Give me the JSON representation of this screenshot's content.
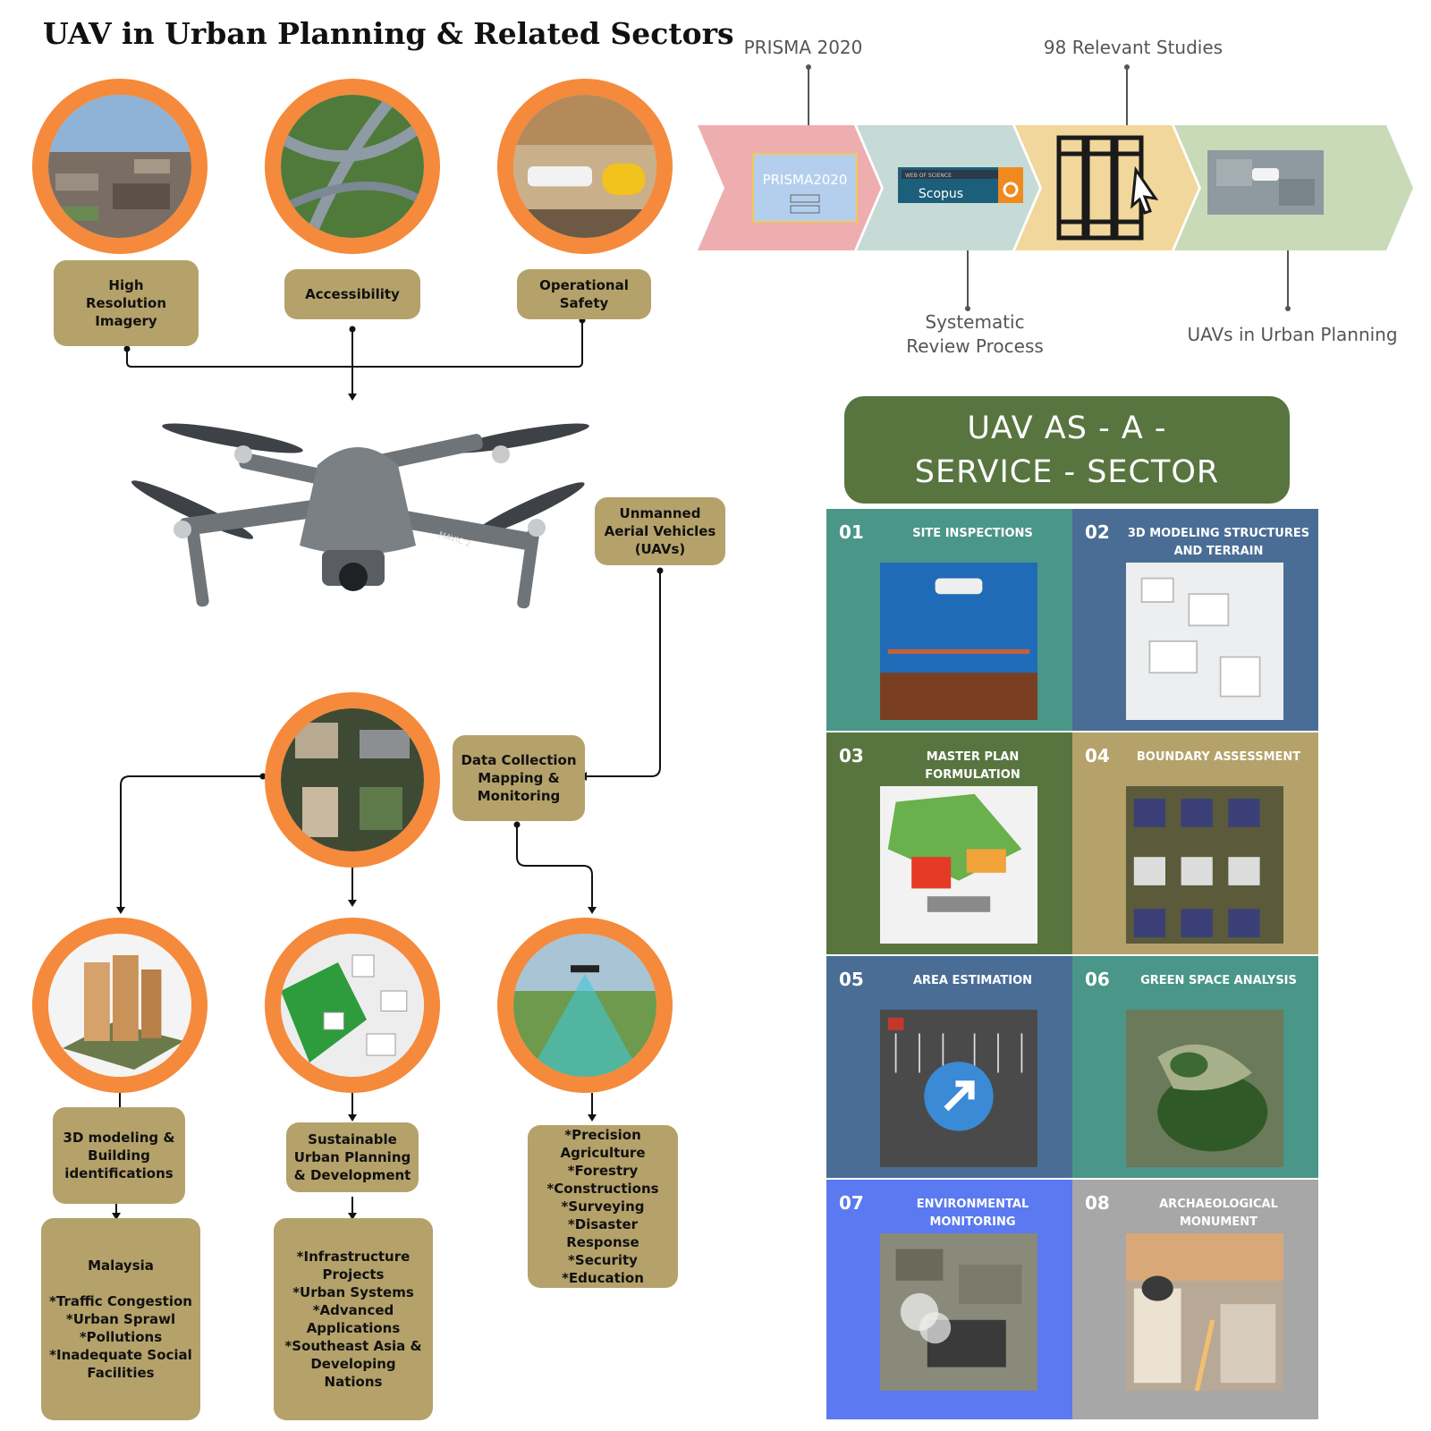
{
  "title": "UAV in Urban Planning & Related Sectors",
  "top_labels": [
    "High\nResolution\nImagery",
    "Accessibility",
    "Operational\nSafety"
  ],
  "uav_label": "Unmanned\nAerial Vehicles\n(UAVs)",
  "drone_model_text": "MAVIC 2",
  "data_collection": "Data Collection\nMapping &\nMonitoring",
  "bottom_labels": [
    "3D modeling &\nBuilding\nidentifications",
    "Sustainable\nUrban Planning\n& Development",
    "*Precision\nAgriculture\n*Forestry\n*Constructions\n*Surveying\n*Disaster Response\n*Security\n*Education"
  ],
  "detail_boxes": [
    "Malaysia\n\n*Traffic Congestion\n*Urban Sprawl\n*Pollutions\n*Inadequate Social\nFacilities",
    "*Infrastructure\nProjects\n*Urban Systems\n*Advanced\nApplications\n*Southeast Asia &\nDeveloping\nNations"
  ],
  "flow": {
    "labels_top": [
      "PRISMA 2020",
      "98 Relevant Studies"
    ],
    "labels_bottom": [
      "Systematic\nReview Process",
      "UAVs in Urban Planning"
    ],
    "prisma_card": "PRISMA2020",
    "db_text": "WEB OF SCIENCE",
    "scopus": "Scopus",
    "colors": [
      "#eeaeb0",
      "#c6dad6",
      "#f2d79c",
      "#c8dab8"
    ]
  },
  "service": {
    "header": "UAV AS - A -\nSERVICE - SECTOR",
    "tiles": [
      {
        "num": "01",
        "label": "SITE INSPECTIONS",
        "color": "#4a9688"
      },
      {
        "num": "02",
        "label": "3D MODELING STRUCTURES\nAND TERRAIN",
        "color": "#4a6d96"
      },
      {
        "num": "03",
        "label": "MASTER PLAN FORMULATION",
        "color": "#587540"
      },
      {
        "num": "04",
        "label": "BOUNDARY ASSESSMENT",
        "color": "#b5a26a"
      },
      {
        "num": "05",
        "label": "AREA ESTIMATION",
        "color": "#4a6d96"
      },
      {
        "num": "06",
        "label": "GREEN SPACE ANALYSIS",
        "color": "#4a9688"
      },
      {
        "num": "07",
        "label": "ENVIRONMENTAL MONITORING",
        "color": "#5b79f0"
      },
      {
        "num": "08",
        "label": "ARCHAEOLOGICAL MONUMENT\nMAPPING",
        "color": "#a7a7a7"
      }
    ]
  }
}
